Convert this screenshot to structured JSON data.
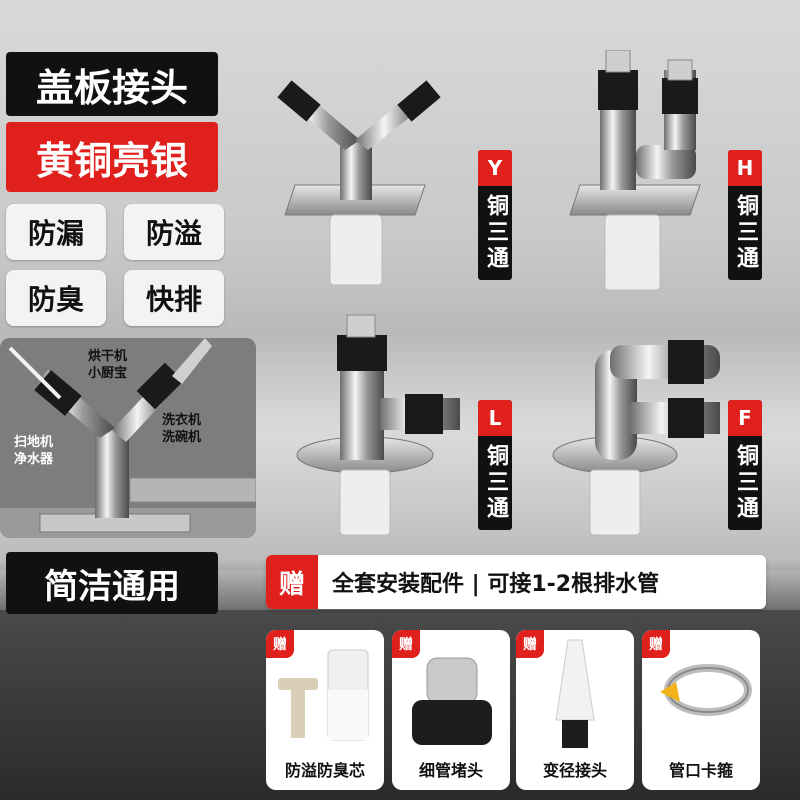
{
  "badges": {
    "title1": "盖板接头",
    "title2": "黄铜亮银",
    "feature1": "防漏",
    "feature2": "防溢",
    "feature3": "防臭",
    "feature4": "快排",
    "bottom_left": "简洁通用"
  },
  "products": [
    {
      "letter": "Y",
      "text": "铜三通"
    },
    {
      "letter": "H",
      "text": "铜三通"
    },
    {
      "letter": "L",
      "text": "铜三通"
    },
    {
      "letter": "F",
      "text": "铜三通"
    }
  ],
  "photo_callouts": {
    "c1_line1": "烘干机",
    "c1_line2": "小厨宝",
    "c2_line1": "洗衣机",
    "c2_line2": "洗碗机",
    "c3_line1": "扫地机",
    "c3_line2": "净水器"
  },
  "gift": {
    "badge": "赠",
    "text": "全套安装配件 | 可接1-2根排水管"
  },
  "cards": [
    {
      "badge": "赠",
      "caption": "防溢防臭芯"
    },
    {
      "badge": "赠",
      "caption": "细管堵头"
    },
    {
      "badge": "赠",
      "caption": "变径接头"
    },
    {
      "badge": "赠",
      "caption": "管口卡箍"
    }
  ]
}
